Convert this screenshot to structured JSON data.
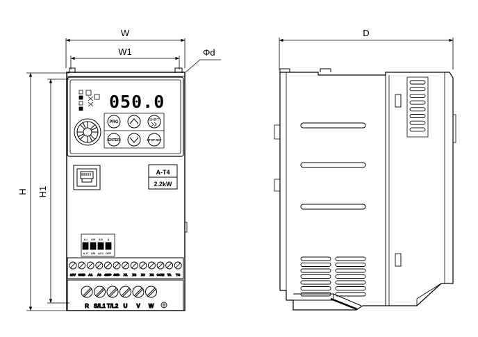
{
  "dimensions": {
    "w": "W",
    "w1": "W1",
    "phi_d": "Φd",
    "h": "H",
    "h1": "H1",
    "d": "D"
  },
  "front_panel": {
    "display": "050.0",
    "keys": {
      "prg": "PRG",
      "enter": "ENTER",
      "shift": "SHIFT",
      "stop_reset": "STOP RST"
    },
    "model": "A-T4",
    "power": "2.2kW"
  },
  "switch_block": {
    "top_labels": [
      "A-I",
      "AI0",
      "AI1",
      "⏚"
    ],
    "bottom_labels": [
      "A-V",
      "AI0",
      "AC1",
      "OFF"
    ]
  },
  "control_terminals": [
    "10V",
    "GND",
    "A1",
    "A0",
    "485+",
    "485-",
    "X1",
    "X2",
    "X3",
    "X4",
    "COM",
    "TA",
    "TC"
  ],
  "power_terminals": [
    "R",
    "S/L1",
    "T/L2",
    "U",
    "V",
    "W",
    "⏚"
  ]
}
